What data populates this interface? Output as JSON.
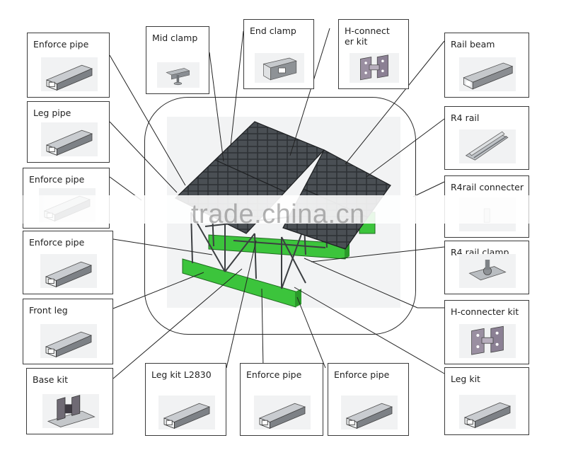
{
  "watermark": "trade.china.cn",
  "callouts": [
    {
      "id": "enforce-pipe-1",
      "label": "Enforce pipe",
      "icon": "square-tube-icon"
    },
    {
      "id": "leg-pipe",
      "label": "Leg pipe",
      "icon": "square-tube-icon"
    },
    {
      "id": "enforce-pipe-2",
      "label": "Enforce pipe",
      "icon": "square-tube-icon"
    },
    {
      "id": "enforce-pipe-3",
      "label": "Enforce pipe",
      "icon": "square-tube-icon"
    },
    {
      "id": "front-leg",
      "label": "Front leg",
      "icon": "square-tube-icon"
    },
    {
      "id": "base-kit",
      "label": "Base kit",
      "icon": "base-kit-icon"
    },
    {
      "id": "mid-clamp",
      "label": "Mid clamp",
      "icon": "mid-clamp-icon"
    },
    {
      "id": "end-clamp",
      "label": "End clamp",
      "icon": "end-clamp-icon"
    },
    {
      "id": "h-connecter-kit-top",
      "label": "H-connect\ner kit",
      "icon": "h-connector-icon"
    },
    {
      "id": "rail-beam",
      "label": "Rail beam",
      "icon": "rail-beam-icon"
    },
    {
      "id": "r4-rail",
      "label": "R4 rail",
      "icon": "r4-rail-icon"
    },
    {
      "id": "r4rail-connecter",
      "label": "R4rail connecter",
      "icon": "rail-connector-icon"
    },
    {
      "id": "r4-rail-clamp",
      "label": "R4 rail clamp",
      "icon": "rail-clamp-icon"
    },
    {
      "id": "h-connecter-kit-right",
      "label": "H-connecter kit",
      "icon": "h-connector-icon"
    },
    {
      "id": "leg-kit",
      "label": "Leg kit",
      "icon": "square-tube-icon"
    },
    {
      "id": "leg-kit-l2830",
      "label": "Leg kit L2830",
      "icon": "square-tube-icon"
    },
    {
      "id": "enforce-pipe-4",
      "label": "Enforce pipe",
      "icon": "square-tube-icon"
    },
    {
      "id": "enforce-pipe-5",
      "label": "Enforce pipe",
      "icon": "square-tube-icon"
    }
  ]
}
